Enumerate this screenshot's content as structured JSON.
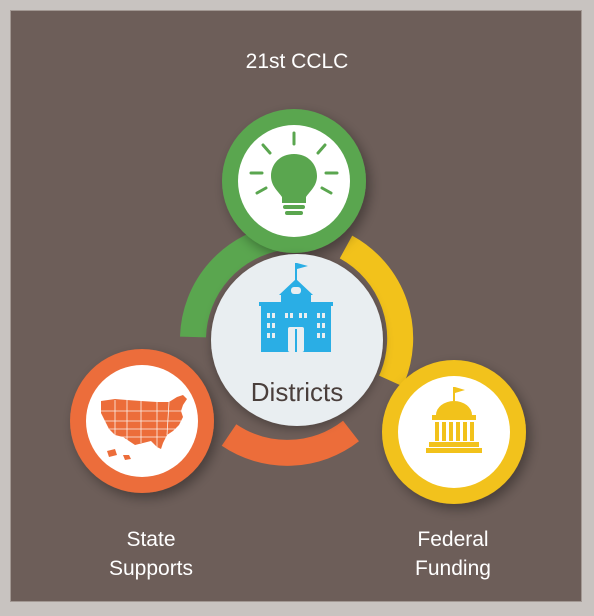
{
  "nodes": {
    "top": {
      "lines": [
        "21st CCLC"
      ],
      "color": "#5aa64f",
      "icon": "lightbulb-icon"
    },
    "left": {
      "lines": [
        "State",
        "Supports"
      ],
      "color": "#ec6d3a",
      "icon": "usa-map-icon"
    },
    "right": {
      "lines": [
        "Federal",
        "Funding"
      ],
      "color": "#f2c21b",
      "icon": "capitol-building-icon"
    }
  },
  "center": {
    "label": "Districts",
    "icon": "school-building-icon",
    "icon_color": "#2aaee5"
  }
}
